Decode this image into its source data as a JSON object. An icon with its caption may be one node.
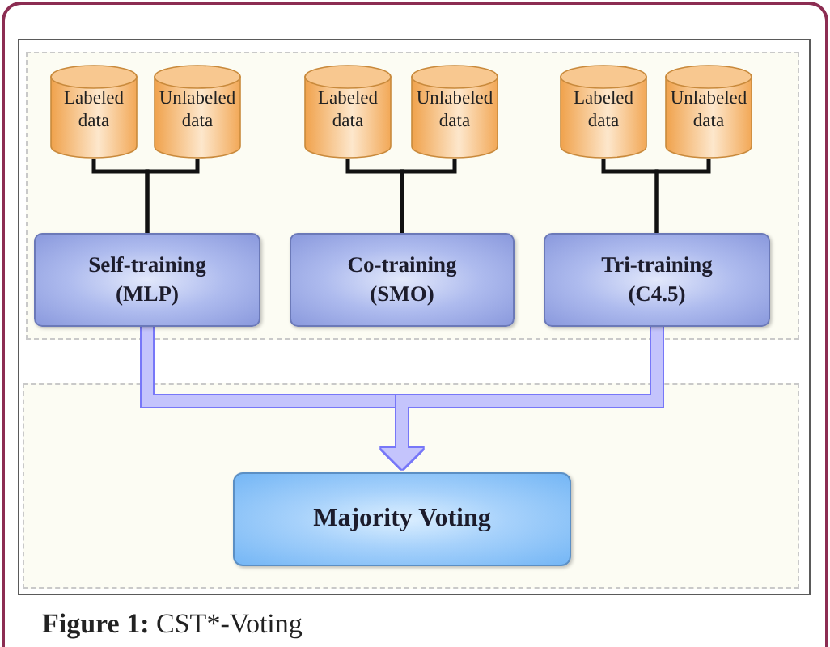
{
  "diagram": {
    "caption": "**Figure 1:** CST*-Voting",
    "nodes": [
      {
        "text": [
          "Labeled data"
        ]
      },
      {
        "text": [
          "Unlabeled data"
        ]
      },
      {
        "text": [
          "Labeled data"
        ]
      },
      {
        "text": [
          "Unlabeled data"
        ]
      },
      {
        "text": [
          "Labeled data"
        ]
      },
      {
        "text": [
          "Unlabeled data"
        ]
      },
      {
        "text": [
          "Self-training (MLP)"
        ]
      },
      {
        "text": [
          "Co-training (SMO)"
        ]
      },
      {
        "text": [
          "Tri-training (C4.5)"
        ]
      },
      {
        "text": [
          "Majority Voting"
        ]
      }
    ],
    "edges": [
      {
        "from": 0,
        "to": 6,
        "arrow": "none"
      },
      {
        "from": 1,
        "to": 6,
        "arrow": "none"
      },
      {
        "from": 2,
        "to": 7,
        "arrow": "none"
      },
      {
        "from": 3,
        "to": 7,
        "arrow": "none"
      },
      {
        "from": 4,
        "to": 8,
        "arrow": "none"
      },
      {
        "from": 5,
        "to": 8,
        "arrow": "none"
      },
      {
        "from": 6,
        "to": 9,
        "arrow": "to",
        "style": "thick",
        "color": "#c4c4fc"
      },
      {
        "from": 7,
        "to": 9,
        "arrow": "to",
        "style": "thick",
        "color": "#c4c4fc"
      },
      {
        "from": 8,
        "to": 9,
        "arrow": "to",
        "style": "thick",
        "color": "#c4c4fc"
      }
    ]
  }
}
